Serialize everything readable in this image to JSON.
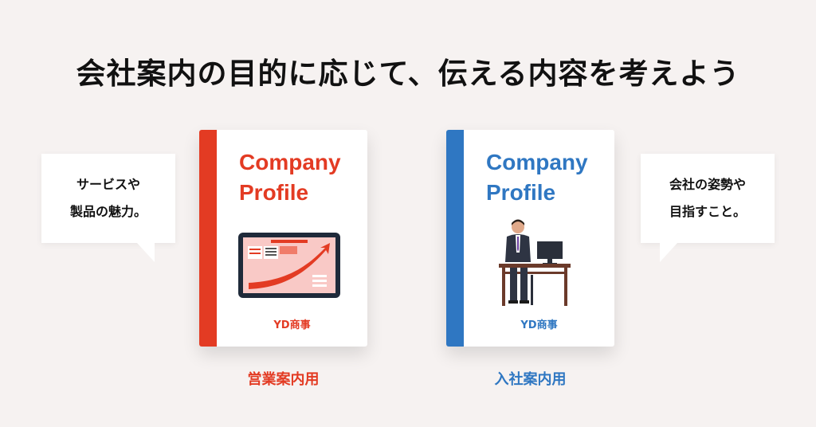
{
  "title": "会社案内の目的に応じて、伝える内容を考えよう",
  "left_bubble": {
    "lines": [
      "サービスや",
      "製品の魅力。"
    ]
  },
  "right_bubble": {
    "lines": [
      "会社の姿勢や",
      "目指すこと。"
    ]
  },
  "books": [
    {
      "title_line1": "Company",
      "title_line2": "Profile",
      "company": "YD商事",
      "caption": "営業案内用",
      "accent": "#e33b23",
      "illustration": "tablet-growth-chart-icon"
    },
    {
      "title_line1": "Company",
      "title_line2": "Profile",
      "company": "YD商事",
      "caption": "入社案内用",
      "accent": "#2f77c2",
      "illustration": "businessman-at-desk-icon"
    }
  ]
}
